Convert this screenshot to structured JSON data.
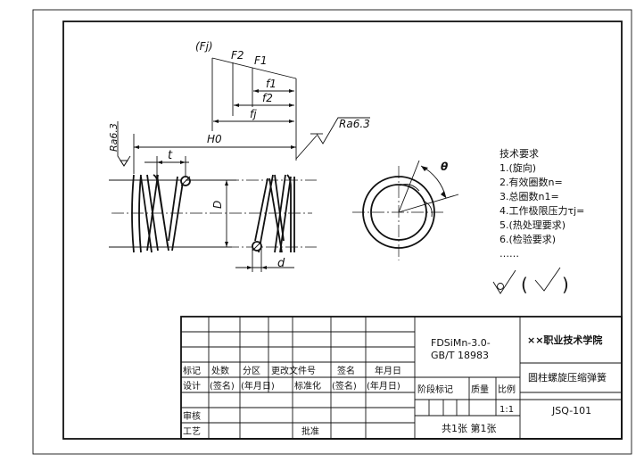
{
  "force_labels": {
    "fj": "(Fj)",
    "f2": "F2",
    "f1": "F1"
  },
  "deflection_labels": {
    "f1": "f1",
    "f2": "f2",
    "fj": "fj"
  },
  "dim_labels": {
    "H0": "H0",
    "D": "D",
    "t": "t",
    "d": "d",
    "theta": "θ"
  },
  "roughness": {
    "left": "Ra6.3",
    "right": "Ra6.3",
    "general": "(",
    "general_close": ")"
  },
  "tech_requirements": {
    "title": "技术要求",
    "items": [
      "1.(旋向)",
      "2.有效圈数n=",
      "3.总圈数n1=",
      "4.工作极限压力τj=",
      "5.(热处理要求)",
      "6.(检验要求)",
      "……"
    ]
  },
  "title_block": {
    "material_line1": "FDSiMn-3.0-",
    "material_line2": "GB/T 18983",
    "school": "××职业技术学院",
    "part_name": "圆柱螺旋压缩弹簧",
    "drawing_no": "JSQ-101",
    "scale": "1:1",
    "sheets": "共1张 第1张",
    "row_biaoji": [
      "标记",
      "处数",
      "分区",
      "更改文件号",
      "签名",
      "年月日"
    ],
    "row_sheji": [
      "设计",
      "(签名)",
      "(年月日)",
      "标准化",
      "(签名)",
      "(年月日)"
    ],
    "shenhe": "审核",
    "gongyi": "工艺",
    "pizhun": "批准",
    "stage_headers": [
      "阶段标记",
      "质量",
      "比例"
    ]
  }
}
